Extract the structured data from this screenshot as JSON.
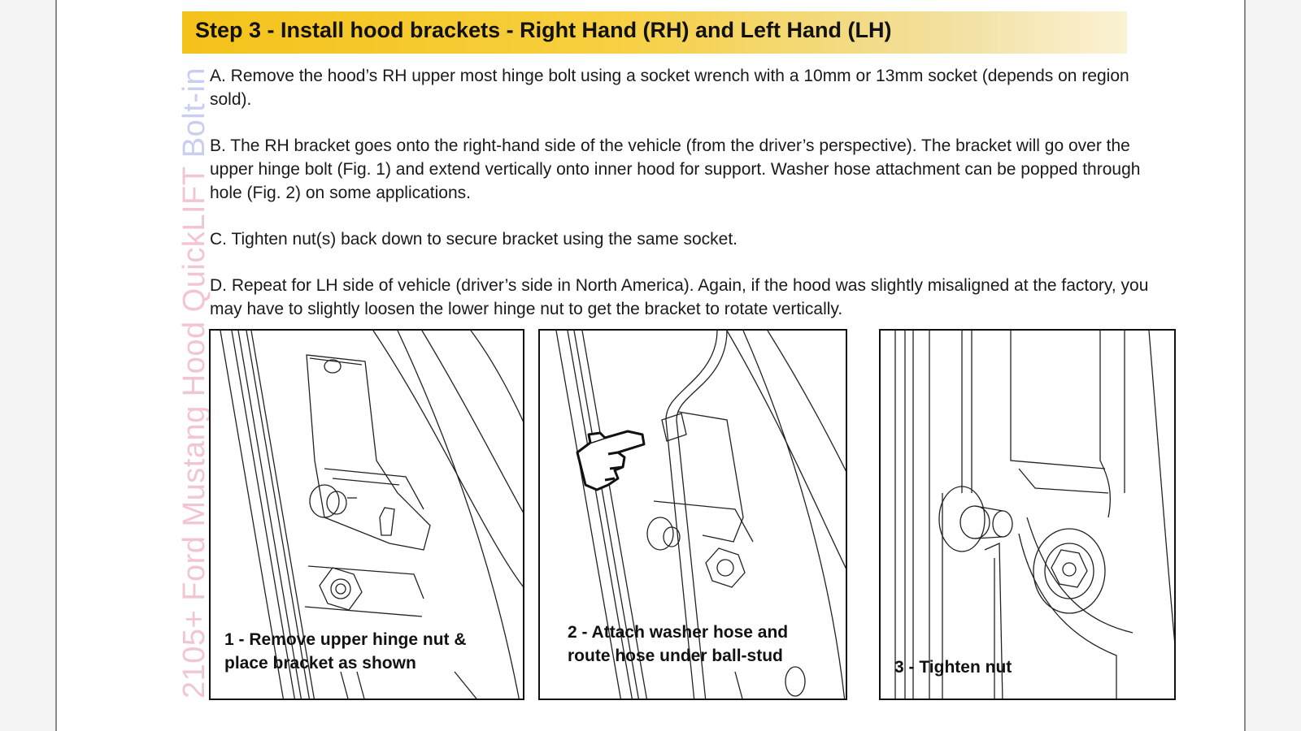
{
  "side_title": {
    "part1": "2105+ Ford Mustang Hood QuickLIFT",
    "part2": " Bolt-in"
  },
  "header": {
    "title": "Step 3 - Install hood brackets - Right Hand (RH) and Left Hand (LH)"
  },
  "instructions": [
    "A.  Remove the hood’s RH upper most hinge bolt using a socket wrench with a 10mm or 13mm socket (depends on region sold).",
    "B.  The RH bracket goes onto the right-hand side of the vehicle (from the driver’s perspective).  The bracket will go over the upper hinge bolt (Fig. 1) and extend vertically onto inner hood for support.  Washer hose attachment can be popped through hole (Fig. 2) on some applications.",
    "C.  Tighten nut(s) back down to secure bracket using the same socket.",
    "D.  Repeat for LH side of vehicle (driver’s side in North America).  Again, if the hood was slightly misaligned at the factory, you may have to slightly loosen the lower hinge nut to get the bracket to rotate vertically."
  ],
  "figures": [
    {
      "caption": "1 - Remove upper hinge nut &\nplace bracket as shown"
    },
    {
      "caption": "2 - Attach washer hose and\nroute hose under ball-stud",
      "icon": "pointing-hand-icon"
    },
    {
      "caption": "3 - Tighten nut"
    }
  ],
  "colors": {
    "header_gold": "#f4c21a",
    "side_pink": "#f2c6d0",
    "side_blue": "#c8cef0"
  }
}
